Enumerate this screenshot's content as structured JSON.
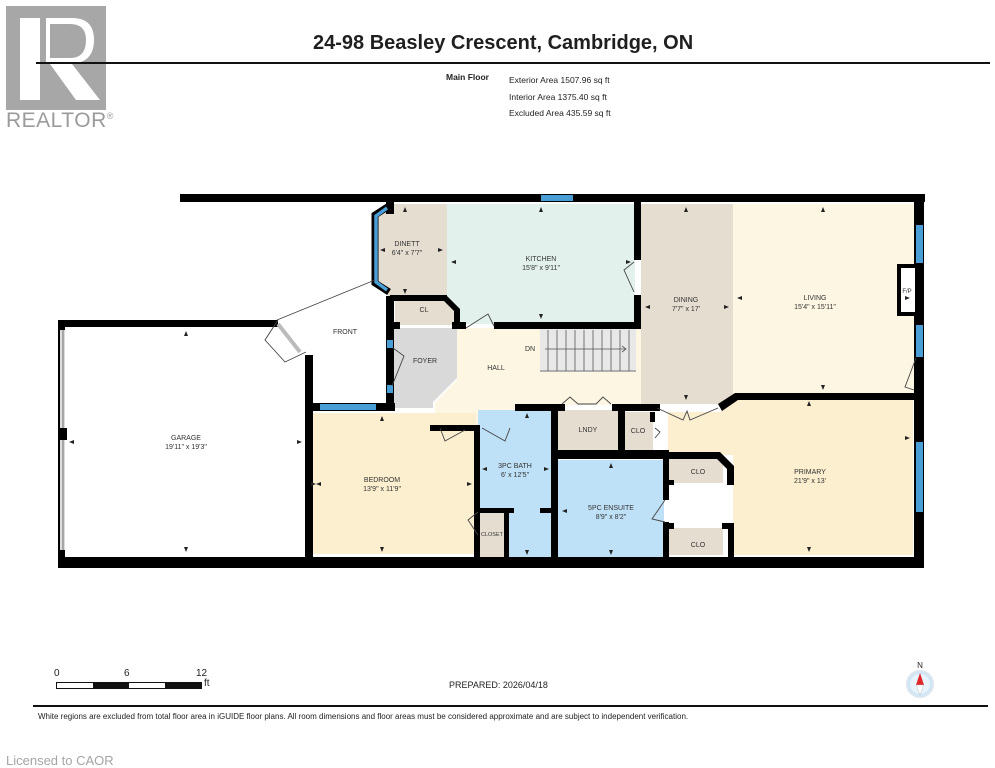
{
  "logo": {
    "brand": "REALTOR",
    "registered_mark": "®",
    "glyph": "R"
  },
  "header": {
    "title": "24-98 Beasley Crescent, Cambridge, ON",
    "floor_name": "Main Floor",
    "areas": {
      "exterior": "Exterior Area 1507.96 sq ft",
      "interior": "Interior Area 1375.40 sq ft",
      "excluded": "Excluded Area 435.59 sq ft"
    }
  },
  "rooms": {
    "dinette": {
      "name": "DINETT",
      "dims": "6'4\" x 7'7\""
    },
    "kitchen": {
      "name": "KITCHEN",
      "dims": "15'8\" x 9'11\""
    },
    "dining": {
      "name": "DINING",
      "dims": "7'7\" x 17'"
    },
    "living": {
      "name": "LIVING",
      "dims": "15'4\" x 15'11\""
    },
    "fireplace": {
      "name": "F/P"
    },
    "front": {
      "name": "FRONT"
    },
    "cl": {
      "name": "CL"
    },
    "foyer": {
      "name": "FOYER"
    },
    "hall": {
      "name": "HALL"
    },
    "stairs": {
      "name": "DN"
    },
    "garage": {
      "name": "GARAGE",
      "dims": "19'11\" x 19'3\""
    },
    "bedroom": {
      "name": "BEDROOM",
      "dims": "13'9\" x 11'9\""
    },
    "closet": {
      "name": "CLOSET"
    },
    "bath": {
      "name": "3PC BATH",
      "dims": "6' x 12'5\""
    },
    "laundry": {
      "name": "LNDY"
    },
    "clo1": {
      "name": "CLO"
    },
    "ensuite": {
      "name": "5PC ENSUITE",
      "dims": "8'9\" x 8'2\""
    },
    "clo2": {
      "name": "CLO"
    },
    "clo3": {
      "name": "CLO"
    },
    "primary": {
      "name": "PRIMARY",
      "dims": "21'9\" x 13'"
    }
  },
  "colors": {
    "wall": "#000000",
    "window": "#4a9ed6",
    "beige": "#e6ddd1",
    "kitchen": "#e3f1ec",
    "cream": "#fdf6e3",
    "yellow": "#fcefd0",
    "blue": "#bfe1f7",
    "grey": "#d8d8d8"
  },
  "scale": {
    "ticks": [
      "0",
      "6",
      "12"
    ],
    "unit": "ft"
  },
  "footer": {
    "prepared": "PREPARED: 2026/04/18",
    "compass_label": "N",
    "disclaimer": "White regions are excluded from total floor area in iGUIDE floor plans. All room dimensions and floor areas must be considered approximate and are subject to independent verification.",
    "licensed": "Licensed to CAOR"
  }
}
